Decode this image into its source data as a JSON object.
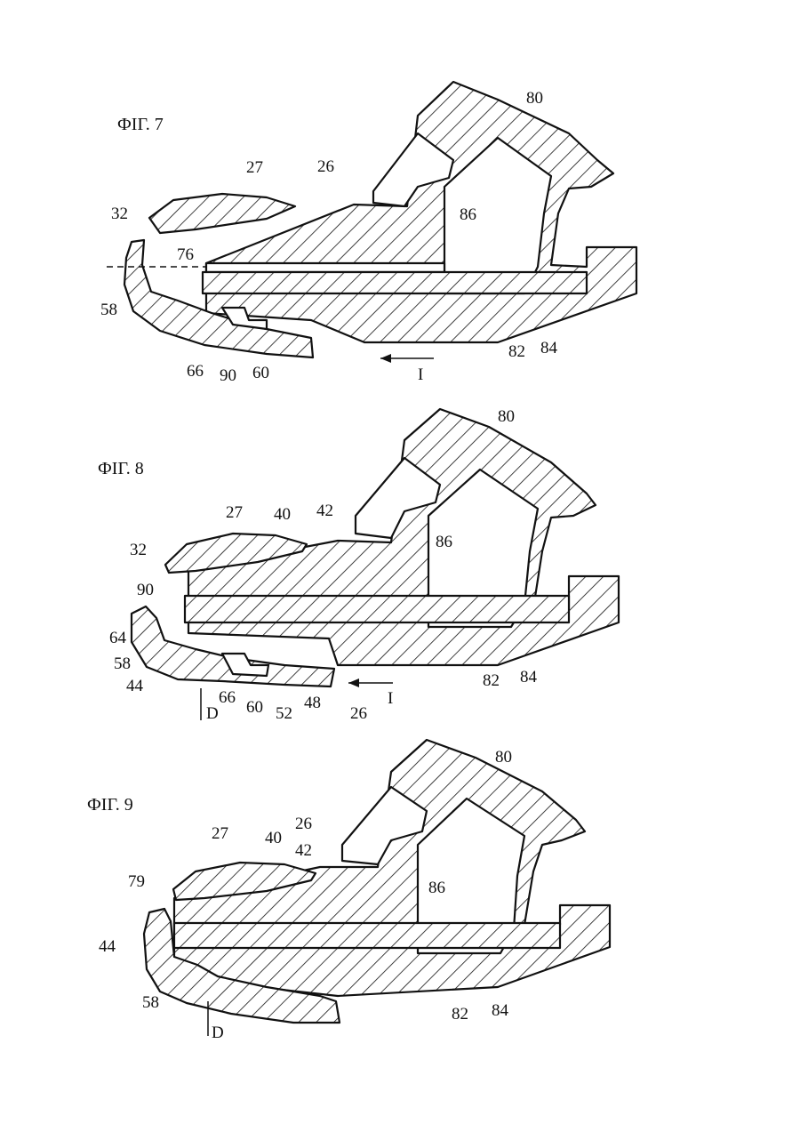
{
  "figures": [
    {
      "title": "ФIГ. 7",
      "labels": [
        "80",
        "27",
        "26",
        "32",
        "86",
        "76",
        "58",
        "66",
        "90",
        "60",
        "82",
        "84",
        "I"
      ]
    },
    {
      "title": "ФIГ. 8",
      "labels": [
        "80",
        "27",
        "40",
        "42",
        "86",
        "32",
        "90",
        "64",
        "58",
        "44",
        "66",
        "60",
        "52",
        "48",
        "26",
        "82",
        "84",
        "I",
        "D"
      ]
    },
    {
      "title": "ФIГ. 9",
      "labels": [
        "80",
        "27",
        "40",
        "26",
        "42",
        "86",
        "79",
        "44",
        "58",
        "D",
        "82",
        "84"
      ]
    }
  ]
}
